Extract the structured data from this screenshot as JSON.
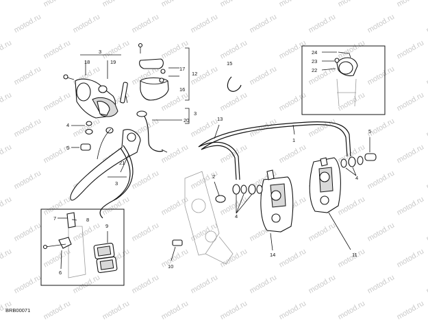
{
  "watermark": "motod.ru",
  "figure_id": "BRB00071",
  "callouts": {
    "c1": "1",
    "c2": "2",
    "c3_top": "3",
    "c3_mid": "3",
    "c3_low": "3",
    "c4_left": "4",
    "c4_center": "4",
    "c4_right": "4",
    "c5_left": "5",
    "c5_right": "5",
    "c6": "6",
    "c7": "7",
    "c8": "8",
    "c9": "9",
    "c10": "10",
    "c11": "11",
    "c12": "12",
    "c13": "13",
    "c14": "14",
    "c15": "15",
    "c16": "16",
    "c17": "17",
    "c18": "18",
    "c19": "19",
    "c20": "20",
    "c21": "21",
    "c22": "22",
    "c23": "23",
    "c24": "24"
  }
}
